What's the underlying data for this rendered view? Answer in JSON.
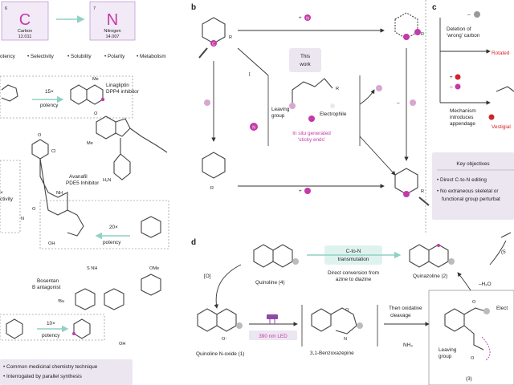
{
  "panel_a": {
    "carbon": {
      "number": "6",
      "symbol": "C",
      "name": "Carbon",
      "mass": "12.011"
    },
    "nitrogen": {
      "number": "7",
      "symbol": "N",
      "name": "Nitrogen",
      "mass": "14.007"
    },
    "properties": [
      "otency",
      "• Selectivity",
      "• Solubility",
      "• Polarity",
      "• Metabolism"
    ],
    "ex1_gain": "15×",
    "ex1_gain2": "potency",
    "ex1_name": "Linagliptin",
    "ex1_target": "DPP4 inhibitor",
    "ex2_gain": "20×",
    "ex2_gain2": "potency",
    "ex2_name": "Avanafil",
    "ex2_target": "PDE5 Inhibitor",
    "ex2_side": "×",
    "ex2_side2": "ctivity",
    "ex3_name": "Bosentan",
    "ex3_target": "B antagonist",
    "ex3_tbu": "ᵗBu",
    "ex3_gain": "10×",
    "ex3_gain2": "potency",
    "footer": [
      "• Common medicinal chemistry technique",
      "• Interrogated by parallel synthesis"
    ]
  },
  "panel_b": {
    "label": "b",
    "plus_n": "+",
    "this_work": [
      "This",
      "work"
    ],
    "leaving_group": [
      "Leaving",
      "group"
    ],
    "electrophile": "Electrophile",
    "in_situ": [
      "In situ generated",
      "‘sticky ends’"
    ],
    "atom_c": "C",
    "atom_n": "N",
    "minus": "–",
    "r": "R"
  },
  "panel_c": {
    "label": "c",
    "deletion": [
      "Deletion of",
      "‘wrong’ carbon"
    ],
    "rotated": "Rotated",
    "mechanism": [
      "Mechanism",
      "introduces",
      "appendage"
    ],
    "vestigial": "Vestigial",
    "objectives_title": "Key objectives",
    "objectives": [
      "• Direct C-to-N editing",
      "• No extraneous skeletal or",
      "functional group perturbat"
    ]
  },
  "panel_d": {
    "label": "d",
    "quinoline": "Quinoline (4)",
    "transmutation": [
      "C-to-N",
      "transmutation"
    ],
    "direct": [
      "Direct conversion from",
      "azine to diazine"
    ],
    "quinazoline": "Quinazoline (2)",
    "oxidant": "[O]",
    "n_oxide": "Quinoline N-oxide (1)",
    "led": "390 nm LED",
    "benzoxazepine": "3,1-Benzoxazepine",
    "then": [
      "Then oxidative",
      "cleavage"
    ],
    "water": "–H₂O",
    "nh3": "NH₃",
    "leaving": [
      "Leaving",
      "group"
    ],
    "compound3": "(3)",
    "compound5": "(5",
    "elect": "Elect",
    "o": "O",
    "n": "N"
  }
}
